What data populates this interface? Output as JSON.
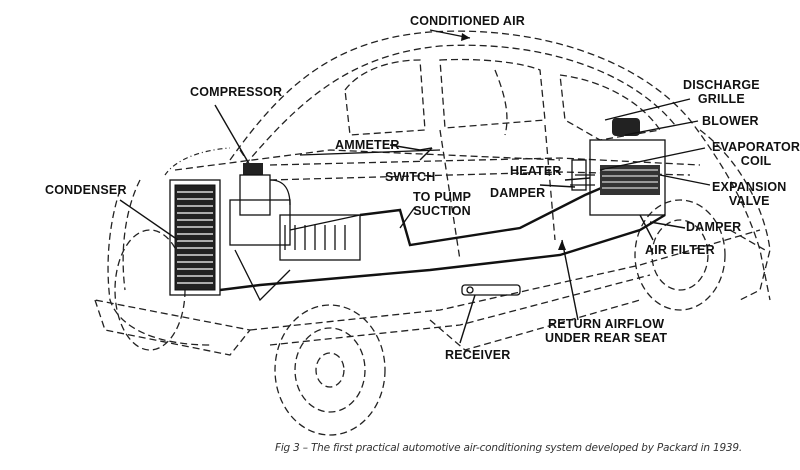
{
  "figure": {
    "subject": "Packard 1939 automotive air-conditioning system cutaway",
    "labels": {
      "conditioned_air": "CONDITIONED AIR",
      "compressor": "COMPRESSOR",
      "condenser": "CONDENSER",
      "ammeter": "AMMETER",
      "switch": "SWITCH",
      "to_pump_suction_1": "TO PUMP",
      "to_pump_suction_2": "SUCTION",
      "heater": "HEATER",
      "damper_inner": "DAMPER",
      "discharge_grille_1": "DISCHARGE",
      "discharge_grille_2": "GRILLE",
      "blower": "BLOWER",
      "evaporator_coil_1": "EVAPORATOR",
      "evaporator_coil_2": "COIL",
      "expansion_valve_1": "EXPANSION",
      "expansion_valve_2": "VALVE",
      "damper_outer": "DAMPER",
      "air_filter": "AIR FILTER",
      "return_airflow_1": "RETURN AIRFLOW",
      "return_airflow_2": "UNDER REAR SEAT",
      "receiver": "RECEIVER"
    },
    "caption": "Fig 3 – The first practical automotive air-conditioning system developed by Packard in 1939."
  }
}
